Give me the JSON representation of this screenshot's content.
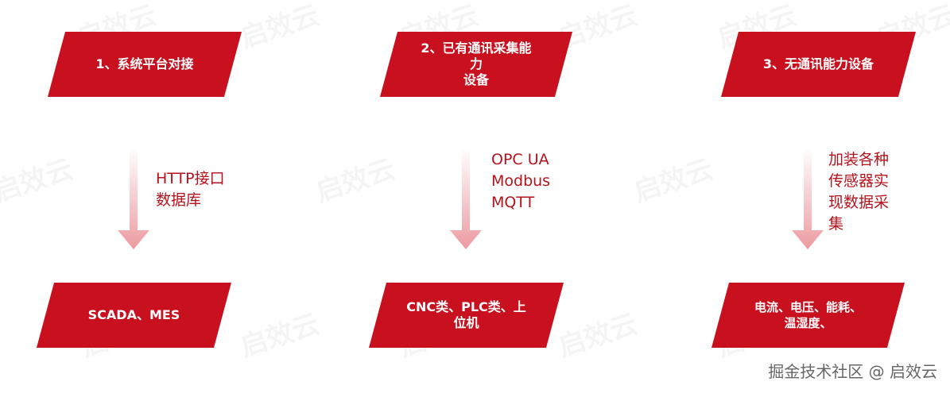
{
  "colors": {
    "box_fill": "#c8101e",
    "method_text": "#b5121b",
    "arrow": "#ec9aa0",
    "watermark": "#e8e8e8"
  },
  "watermark_text": "启效云",
  "columns": [
    {
      "top_label": "1、系统平台对接",
      "method": "HTTP接口\n数据库",
      "bottom_label": "SCADA、MES"
    },
    {
      "top_label": "2、已有通讯采集能力\n设备",
      "method": "OPC UA\nModbus\nMQTT",
      "bottom_label": "CNC类、PLC类、上\n位机"
    },
    {
      "top_label": "3、无通讯能力设备",
      "method": "加装各种\n传感器实\n现数据采\n集",
      "bottom_label": "电流、电压、能耗、\n温湿度、"
    }
  ],
  "footer": "掘金技术社区 @ 启效云"
}
